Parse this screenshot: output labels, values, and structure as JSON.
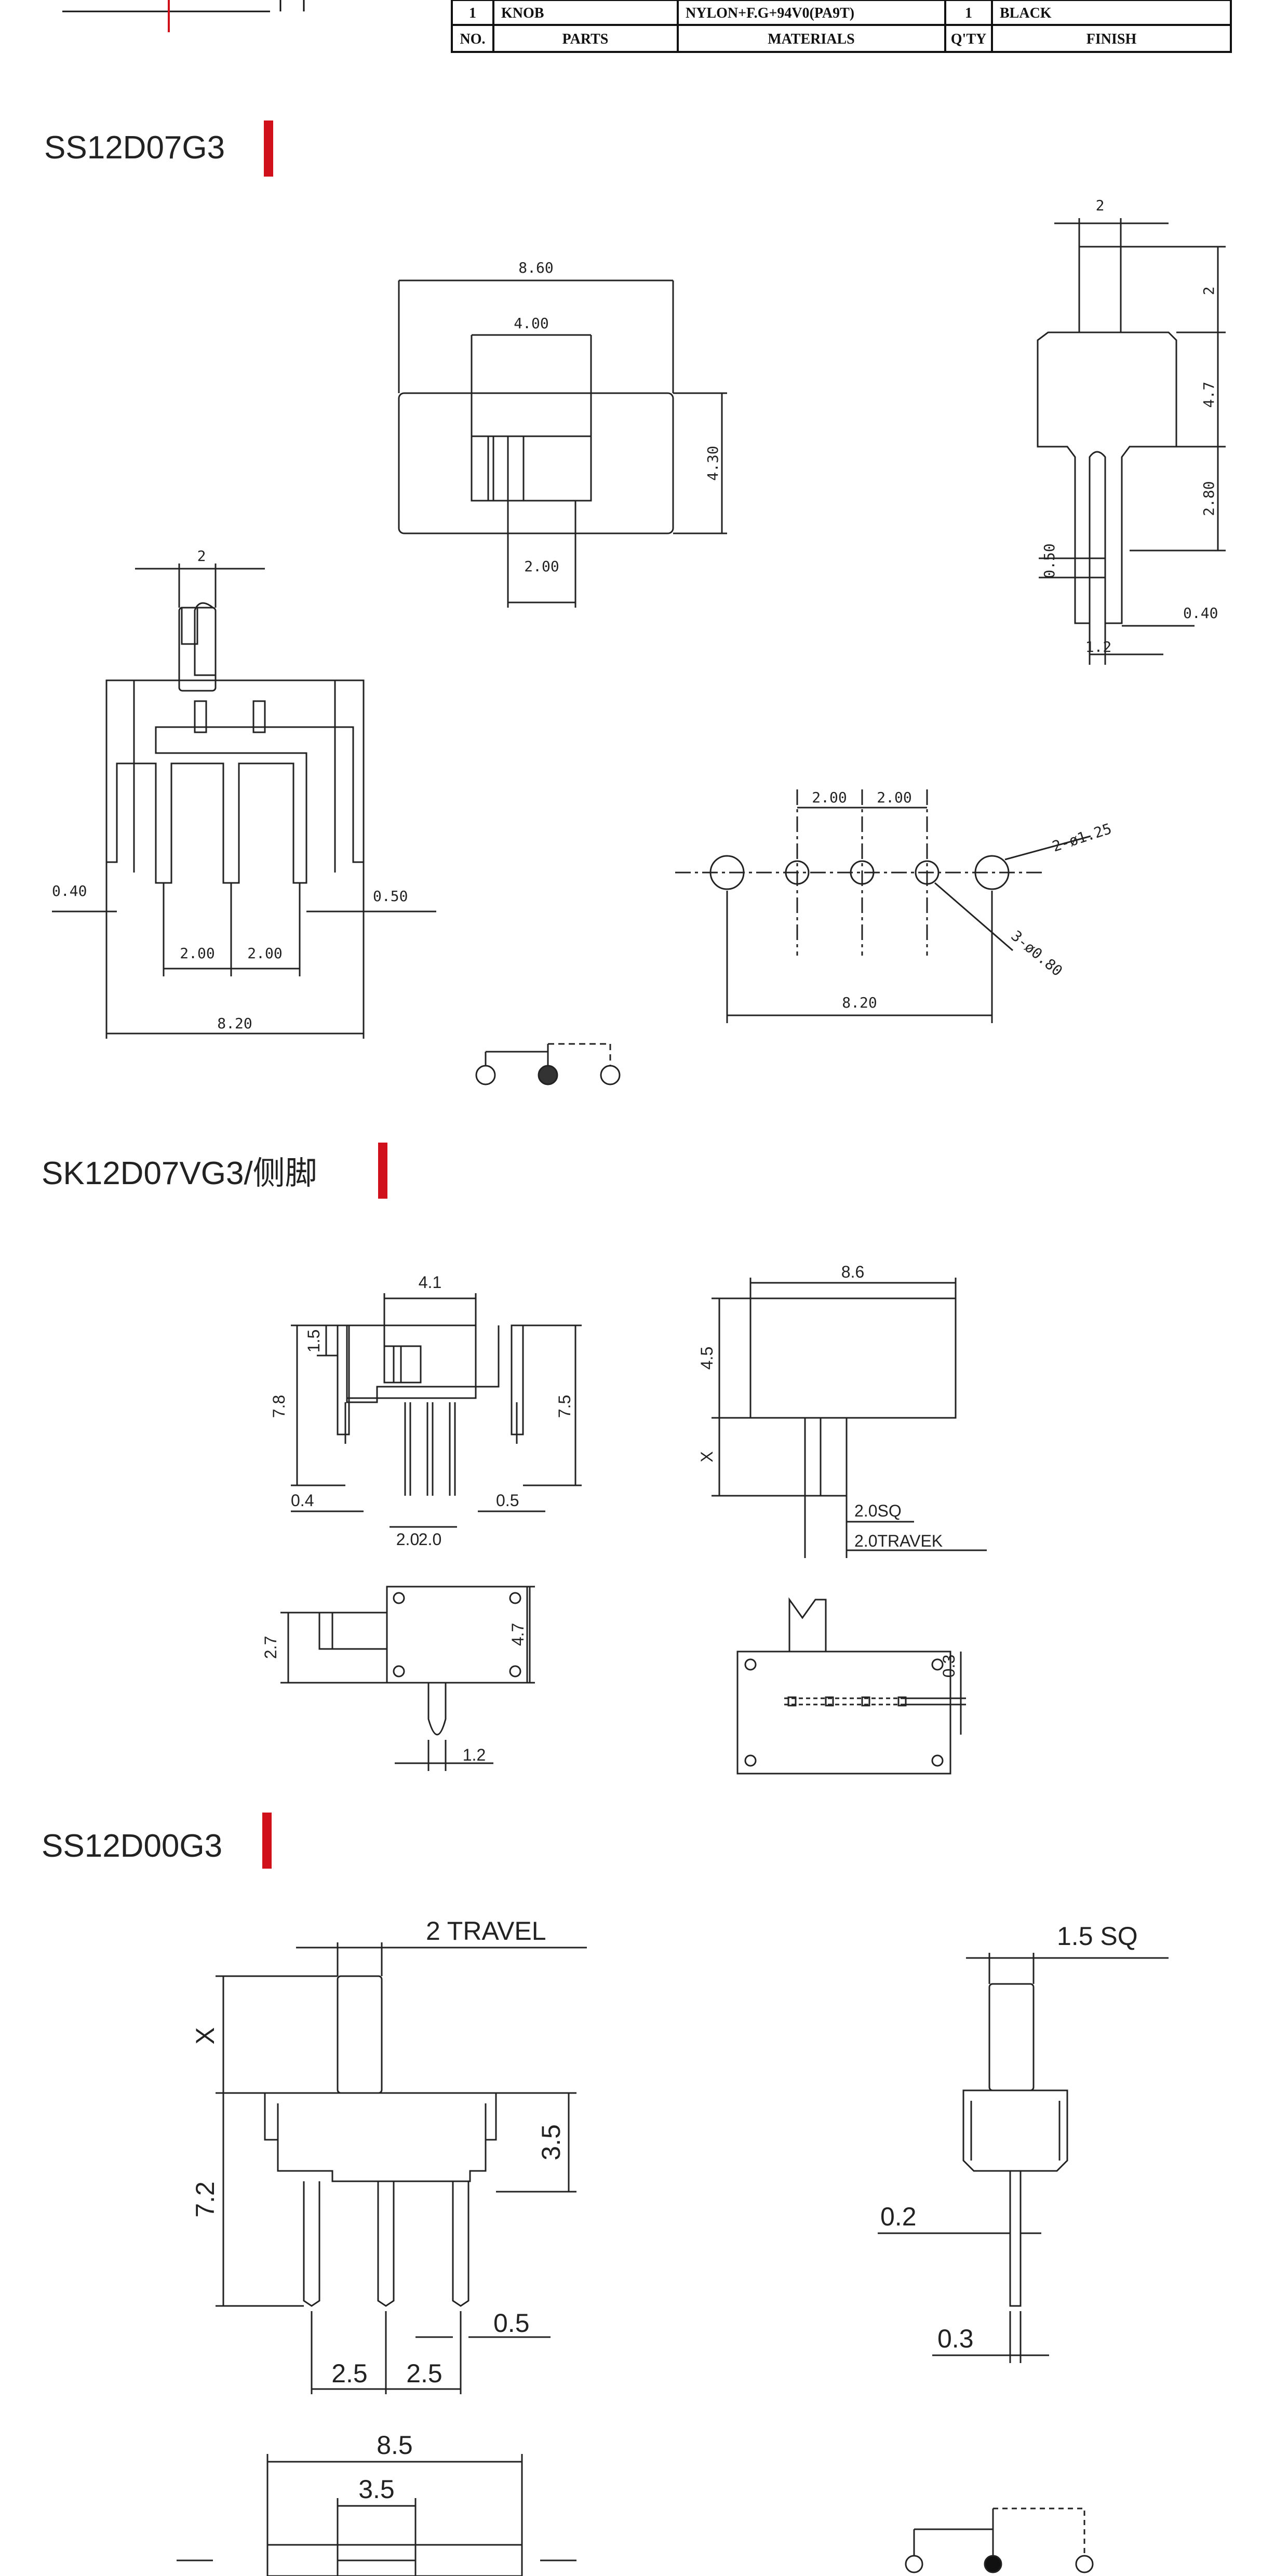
{
  "parts_table": {
    "rows": [
      {
        "no": "1",
        "part": "KNOB",
        "material": "NYLON+F.G+94V0(PA9T)",
        "qty": "1",
        "finish": "BLACK"
      }
    ],
    "header": {
      "no": "NO.",
      "part": "PARTS",
      "material": "MATERIALS",
      "qty": "Q'TY",
      "finish": "FINISH"
    }
  },
  "accent_color": "#d0101a",
  "sections": [
    {
      "title": "SS12D07G3",
      "dims": {
        "front_width": "8.60",
        "slot_width": "4.00",
        "height": "4.30",
        "knob_width": "2.00",
        "knob_top": "2",
        "side_top": "2",
        "side_body": "4.7",
        "side_pin": "2.80",
        "side_050": "0.50",
        "side_040": "0.40",
        "side_12": "1.2",
        "pin_040": "0.40",
        "pin_050": "0.50",
        "pitch_a": "2.00",
        "pitch_b": "2.00",
        "total": "8.20",
        "pcb_pitch_a": "2.00",
        "pcb_pitch_b": "2.00",
        "pcb_total": "8.20",
        "pcb_big_hole": "2-ø1.25",
        "pcb_small_hole": "3-ø0.80"
      }
    },
    {
      "title": "SK12D07VG3/侧脚",
      "dims": {
        "top_41": "4.1",
        "d15": "1.5",
        "d78": "7.8",
        "d75": "7.5",
        "d04": "0.4",
        "d05": "0.5",
        "p20a": "2.0",
        "p20b": "2.0",
        "d86": "8.6",
        "d45": "4.5",
        "dx": "X",
        "sq": "2.0SQ",
        "travel": "2.0TRAVEK",
        "d27": "2.7",
        "d47": "4.7",
        "d12": "1.2",
        "d03": "0.3"
      }
    },
    {
      "title": "SS12D00G3",
      "dims": {
        "travel": "2 TRAVEL",
        "dx": "X",
        "d72": "7.2",
        "d35": "3.5",
        "d05": "0.5",
        "p25a": "2.5",
        "p25b": "2.5",
        "sq": "1.5 SQ",
        "d02": "0.2",
        "d03": "0.3",
        "d85": "8.5",
        "d35b": "3.5"
      }
    }
  ]
}
